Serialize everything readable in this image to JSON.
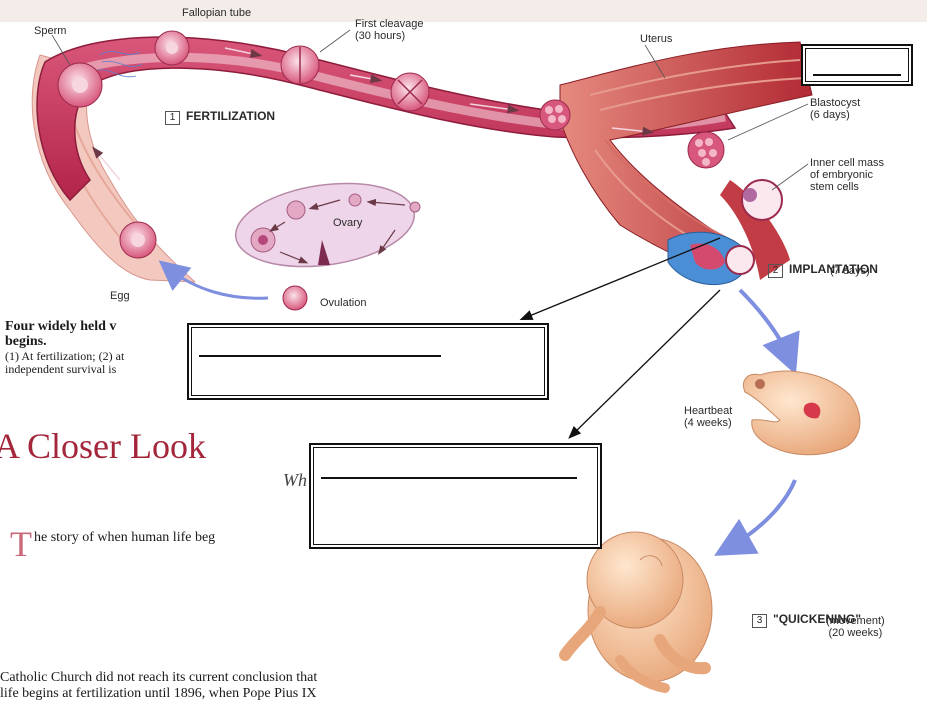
{
  "labels": {
    "fallopian_tube": "Fallopian tube",
    "sperm": "Sperm",
    "first_cleavage": "First cleavage\n(30 hours)",
    "uterus": "Uterus",
    "fertilization_num": "1",
    "fertilization": "FERTILIZATION",
    "blastocyst": "Blastocyst\n(6 days)",
    "inner_cell_mass": "Inner cell mass\nof embryonic\nstem cells",
    "ovary": "Ovary",
    "egg": "Egg",
    "ovulation": "Ovulation",
    "implantation_num": "2",
    "implantation": "IMPLANTATION",
    "implantation_days": "(7 days)",
    "heartbeat": "Heartbeat\n(4 weeks)",
    "quickening_num": "3",
    "quickening": "\"QUICKENING\"",
    "quickening_detail": "(movement)\n(20 weeks)"
  },
  "background_text": {
    "caption_line1": "Four widely held v",
    "caption_line2": "begins.",
    "caption_line3": "(1) At fertilization; (2) at",
    "caption_line4": "independent survival is",
    "heading": "A Closer Look",
    "subheading": "Wh",
    "drop_cap": "T",
    "body_line1": "he story of when human life beg",
    "body_line2": "Catholic Church did not reach its current conclusion that",
    "body_line3": "life begins at fertilization until 1896, when Pope Pius IX"
  },
  "colors": {
    "tube": "#c7345a",
    "muscle": "#b8303c",
    "arrow_blue": "#7f8fe0",
    "heading": "#a3263a"
  }
}
